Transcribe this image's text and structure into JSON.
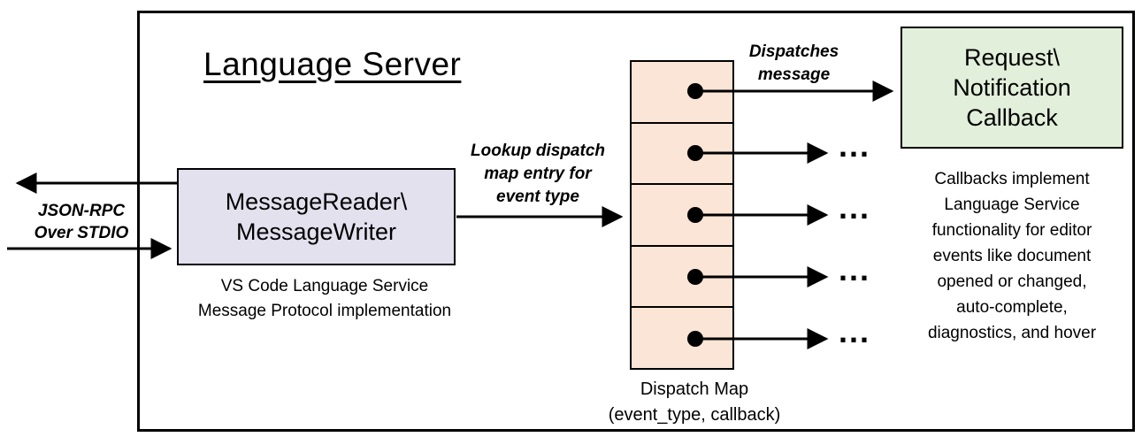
{
  "title": "Language Server",
  "io_label": "JSON-RPC\nOver STDIO",
  "reader_box": "MessageReader\\\nMessageWriter",
  "reader_caption": "VS Code Language Service\nMessage Protocol implementation",
  "lookup_label": "Lookup dispatch\nmap entry for\nevent type",
  "dispatch_label": "Dispatches\nmessage",
  "callback_box": "Request\\\nNotification\nCallback",
  "callbacks_note": "Callbacks implement\nLanguage Service\nfunctionality for editor\nevents like document\nopened or changed,\nauto-complete,\ndiagnostics, and hover",
  "dispatch_map_caption": "Dispatch Map\n(event_type, callback)",
  "ellipsis": "...",
  "dispatch_map": {
    "rows": 5
  },
  "colors": {
    "reader-fill": "#e3e1ee",
    "map-fill": "#fbe5d6",
    "callback-fill": "#e2efda",
    "line": "#000000"
  }
}
